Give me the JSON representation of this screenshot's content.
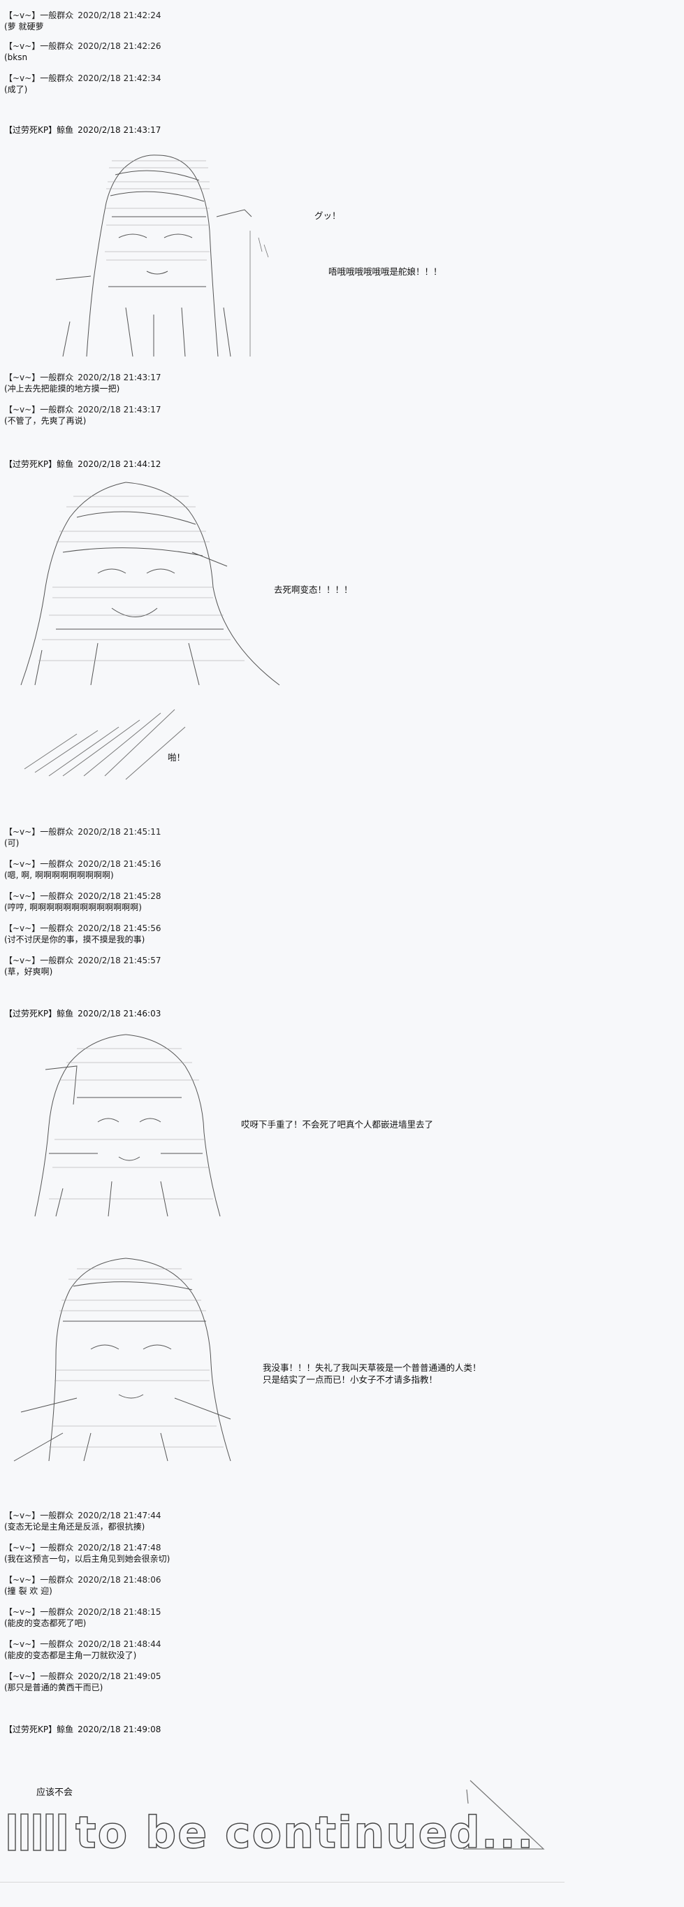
{
  "messages": [
    {
      "user": "【~v~】一般群众",
      "time": "2020/2/18 21:42:24",
      "text": "(萝 就硬萝"
    },
    {
      "user": "【~v~】一般群众",
      "time": "2020/2/18 21:42:26",
      "text": "(bksn"
    },
    {
      "user": "【~v~】一般群众",
      "time": "2020/2/18 21:42:34",
      "text": "(成了)"
    },
    {
      "user": "【~v~】一般群众",
      "time": "2020/2/18 21:43:17",
      "text": "(冲上去先把能摸的地方摸一把)"
    },
    {
      "user": "【~v~】一般群众",
      "time": "2020/2/18 21:43:17",
      "text": "(不管了，先爽了再说)"
    },
    {
      "user": "【~v~】一般群众",
      "time": "2020/2/18 21:45:11",
      "text": "(可)"
    },
    {
      "user": "【~v~】一般群众",
      "time": "2020/2/18 21:45:16",
      "text": "(嗯, 啊, 啊啊啊啊啊啊啊啊啊)"
    },
    {
      "user": "【~v~】一般群众",
      "time": "2020/2/18 21:45:28",
      "text": "(哼哼, 啊啊啊啊啊啊啊啊啊啊啊啊啊)"
    },
    {
      "user": "【~v~】一般群众",
      "time": "2020/2/18 21:45:56",
      "text": "(讨不讨厌是你的事，摸不摸是我的事)"
    },
    {
      "user": "【~v~】一般群众",
      "time": "2020/2/18 21:45:57",
      "text": "(草，好爽啊)"
    },
    {
      "user": "【~v~】一般群众",
      "time": "2020/2/18 21:47:44",
      "text": "(变态无论是主角还是反派，都很抗揍)"
    },
    {
      "user": "【~v~】一般群众",
      "time": "2020/2/18 21:47:48",
      "text": "(我在这预言一句，以后主角见到她会很亲切)"
    },
    {
      "user": "【~v~】一般群众",
      "time": "2020/2/18 21:48:06",
      "text": "(撞 裂 欢 迎)"
    },
    {
      "user": "【~v~】一般群众",
      "time": "2020/2/18 21:48:15",
      "text": "(能皮的变态都死了吧)"
    },
    {
      "user": "【~v~】一般群众",
      "time": "2020/2/18 21:48:44",
      "text": "(能皮的变态都是主角一刀就砍没了)"
    },
    {
      "user": "【~v~】一般群众",
      "time": "2020/2/18 21:49:05",
      "text": "(那只是普通的黄西干而已)"
    }
  ],
  "kp_posts": [
    {
      "user": "【过劳死KP】鲸鱼",
      "time": "2020/2/18 21:43:17"
    },
    {
      "user": "【过劳死KP】鲸鱼",
      "time": "2020/2/18 21:44:12"
    },
    {
      "user": "【过劳死KP】鲸鱼",
      "time": "2020/2/18 21:46:03"
    },
    {
      "user": "【过劳死KP】鲸鱼",
      "time": "2020/2/18 21:49:08"
    }
  ],
  "speech": {
    "gu": "グッ！",
    "scream": "唔哦哦哦哦哦哦是舵娘！！！",
    "die": "去死啊变态！！！！",
    "slap": "啪！",
    "oops": "哎呀下手重了！不会死了吧真个人都嵌进墙里去了",
    "intro_1": "我没事！！！失礼了我叫天草筱是一个普普通通的人类！",
    "intro_2": "只是结实了一点而已！小女子不才请多指教！",
    "maybe": "应该不会",
    "tbc": "to be continued..."
  }
}
